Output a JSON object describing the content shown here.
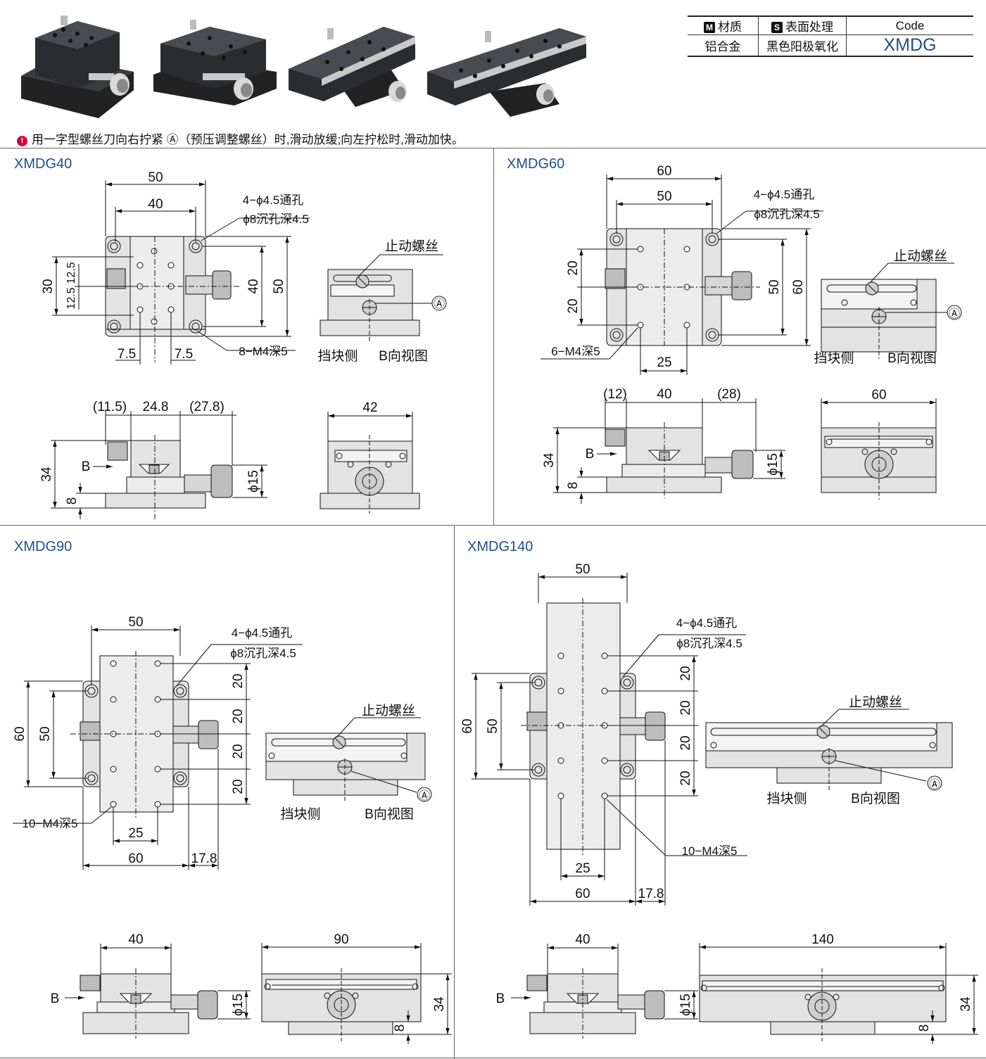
{
  "spec_table": {
    "material_header": "材质",
    "material_badge": "M",
    "surface_header": "表面处理",
    "surface_badge": "S",
    "code_header": "Code",
    "material_value": "铝合金",
    "surface_value": "黑色阳极氧化",
    "code_value": "XMDG"
  },
  "note": {
    "icon": "exclamation-icon",
    "text": "用一字型螺丝刀向右拧紧 Ⓐ（预压调整螺丝）时,滑动放缓;向左拧松时,滑动加快。"
  },
  "sections": {
    "g40": {
      "title": "XMDG40",
      "dims": {
        "w50": "50",
        "w40": "40",
        "h40": "40",
        "h50": "50",
        "h30": "30",
        "p125a": "12.5",
        "p125b": "12.5",
        "l75": "7.5",
        "r75": "7.5",
        "holes": "4−ϕ4.5通孔",
        "cbore": "ϕ8沉孔深4.5",
        "taps": "8−M4深5",
        "lock": "止动螺丝",
        "a": "Ⓐ",
        "stop_side": "挡块侧",
        "bview": "B向视图",
        "f115": "(11.5)",
        "f248": "24.8",
        "f278": "(27.8)",
        "fh34": "34",
        "fh8": "8",
        "knob": "ϕ15",
        "bmark": "B",
        "bw42": "42"
      }
    },
    "g60": {
      "title": "XMDG60",
      "dims": {
        "w60": "60",
        "w50": "50",
        "p20a": "20",
        "p20b": "20",
        "h50": "50",
        "h60": "60",
        "holes": "4−ϕ4.5通孔",
        "cbore": "ϕ8沉孔深4.5",
        "taps": "6−M4深5",
        "w25": "25",
        "lock": "止动螺丝",
        "a": "Ⓐ",
        "stop_side": "挡块侧",
        "bview": "B向视图",
        "f12": "(12)",
        "f40": "40",
        "f28": "(28)",
        "fh34": "34",
        "fh8": "8",
        "knob": "ϕ15",
        "bmark": "B",
        "bw60": "60"
      }
    },
    "g90": {
      "title": "XMDG90",
      "dims": {
        "w50": "50",
        "holes": "4−ϕ4.5通孔",
        "cbore": "ϕ8沉孔深4.5",
        "p20a": "20",
        "p20b": "20",
        "p20c": "20",
        "p20d": "20",
        "h60": "60",
        "h50": "50",
        "taps": "10−M4深5",
        "w25": "25",
        "w60": "60",
        "w178": "17.8",
        "lock": "止动螺丝",
        "a": "Ⓐ",
        "stop_side": "挡块侧",
        "bview": "B向视图",
        "f40": "40",
        "bw90": "90",
        "knob": "ϕ15",
        "fh34": "34",
        "fh8": "8",
        "bmark": "B"
      }
    },
    "g140": {
      "title": "XMDG140",
      "dims": {
        "w50": "50",
        "holes": "4−ϕ4.5通孔",
        "cbore": "ϕ8沉孔深4.5",
        "p20a": "20",
        "p20b": "20",
        "p20c": "20",
        "p20d": "20",
        "h60": "60",
        "h50": "50",
        "taps": "10−M4深5",
        "w25": "25",
        "w60": "60",
        "w178": "17.8",
        "lock": "止动螺丝",
        "a": "Ⓐ",
        "stop_side": "挡块侧",
        "bview": "B向视图",
        "f40": "40",
        "bw140": "140",
        "knob": "ϕ15",
        "fh34": "34",
        "fh8": "8",
        "bmark": "B"
      }
    }
  },
  "colors": {
    "title": "#1f4f8a",
    "part_fill": "#e3e3e3",
    "part_dark": "#bdbdbd",
    "line": "#111111",
    "photo_body": "#2e2f33"
  }
}
